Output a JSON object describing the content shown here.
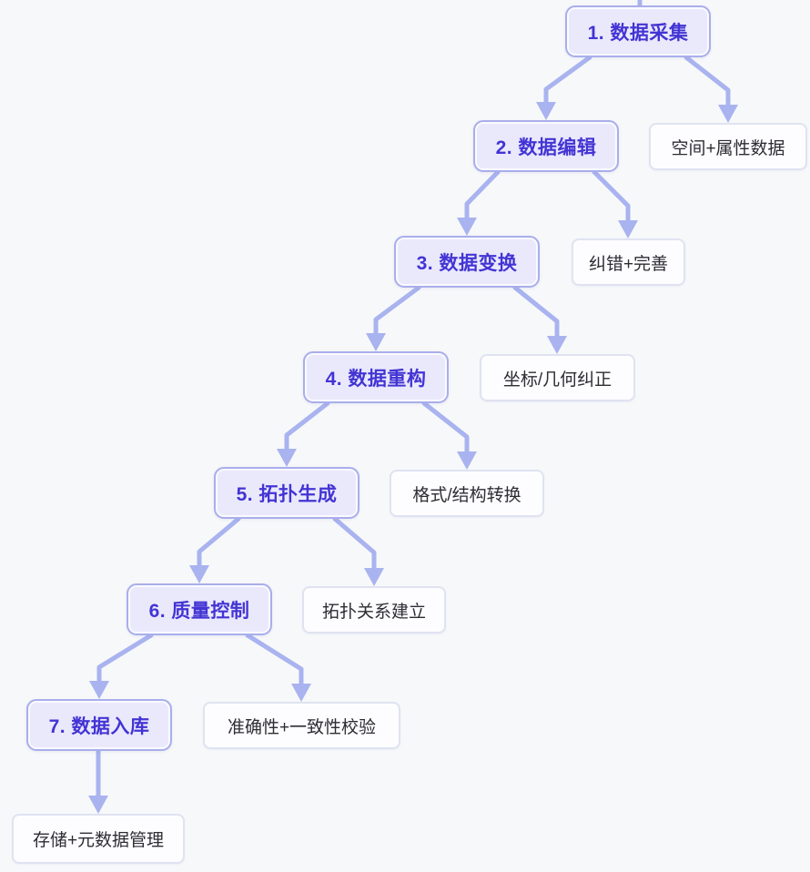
{
  "diagram": {
    "type": "flowchart",
    "direction": "top-right cascading to bottom-left",
    "steps": [
      {
        "label": "1. 数据采集",
        "detail": "空间+属性数据"
      },
      {
        "label": "2. 数据编辑",
        "detail": "纠错+完善"
      },
      {
        "label": "3. 数据变换",
        "detail": "坐标/几何纠正"
      },
      {
        "label": "4. 数据重构",
        "detail": "格式/结构转换"
      },
      {
        "label": "5. 拓扑生成",
        "detail": "拓扑关系建立"
      },
      {
        "label": "6. 质量控制",
        "detail": "准确性+一致性校验"
      },
      {
        "label": "7. 数据入库",
        "detail": "存储+元数据管理"
      }
    ],
    "colors": {
      "background": "#f7f8fa",
      "node_fill": "#eae9fc",
      "node_border": "#a9aeec",
      "node_text": "#4334d4",
      "detail_fill": "#fdfdff",
      "detail_border": "#dfe3f1",
      "detail_text": "#2d2d33",
      "arrow": "#a9b3ef"
    }
  }
}
